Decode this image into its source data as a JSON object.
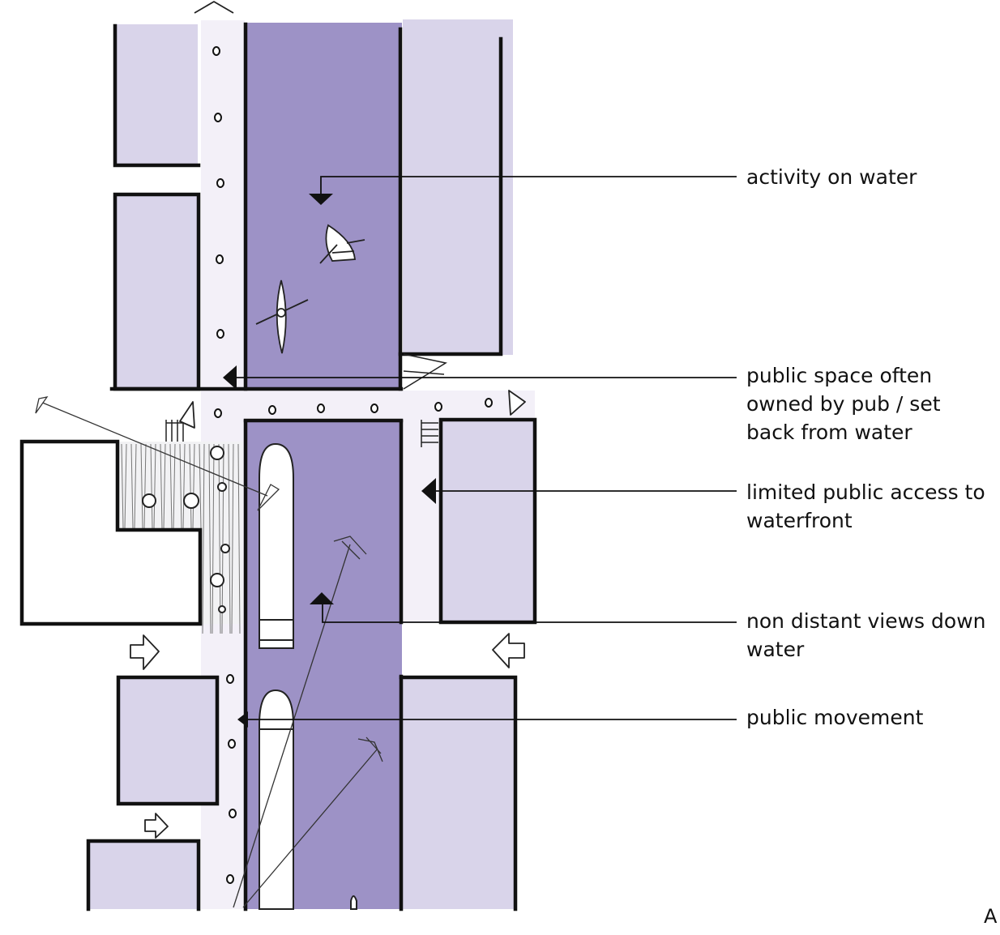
{
  "annotations": [
    {
      "id": "activity",
      "text": "activity on water"
    },
    {
      "id": "public_space",
      "text": "public space often\nowned by pub / set\nback from water"
    },
    {
      "id": "limited_access",
      "text": "limited public access to\nwaterfront"
    },
    {
      "id": "views",
      "text": "non distant views down\nwater"
    },
    {
      "id": "movement",
      "text": "public movement"
    }
  ],
  "panel_letter": "A",
  "colors": {
    "water": "#9d92c6",
    "building": "#d9d4ea",
    "path": "#f3f0f8",
    "ink": "#111111",
    "boat": "#ffffff"
  }
}
